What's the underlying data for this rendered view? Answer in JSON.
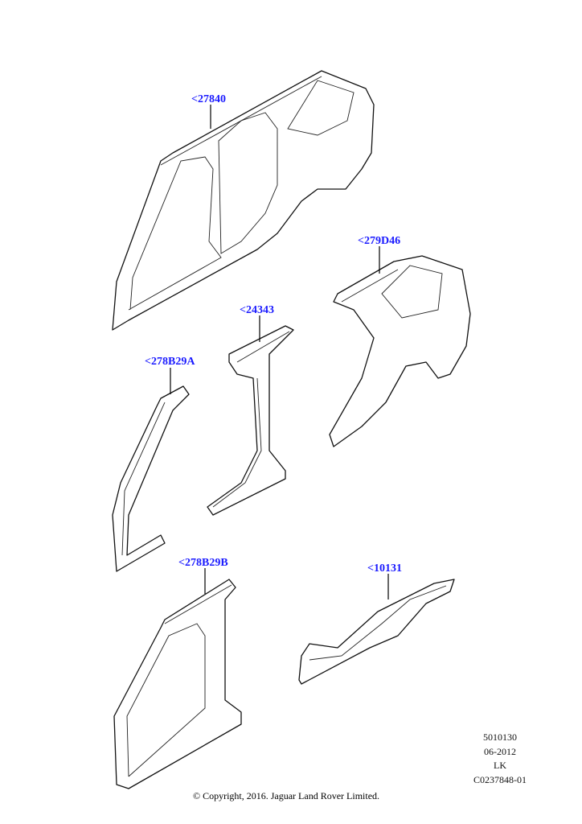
{
  "callouts": {
    "c27840": "<27840",
    "c279D46": "<279D46",
    "c24343": "<24343",
    "c278B29A": "<278B29A",
    "c278B29B": "<278B29B",
    "c10131": "<10131"
  },
  "footer": {
    "ref": "5010130",
    "date": "06-2012",
    "code": "LK",
    "illustration_id": "C0237848-01",
    "copyright": "© Copyright, 2016. Jaguar Land Rover Limited."
  },
  "colors": {
    "callout": "#1a1aff"
  }
}
